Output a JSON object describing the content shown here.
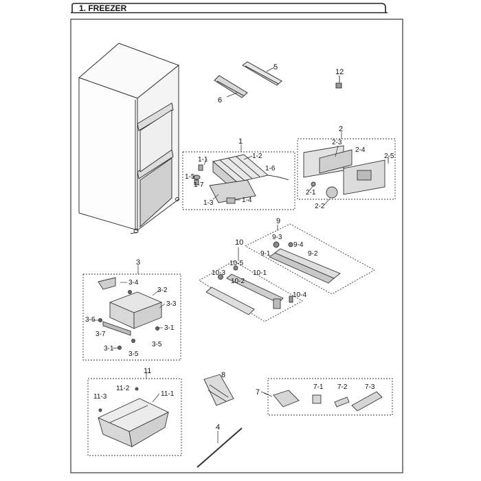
{
  "title": "1. FREEZER",
  "callouts": {
    "c1": "1",
    "c1_1": "1-1",
    "c1_2": "1-2",
    "c1_3": "1-3",
    "c1_4": "1-4",
    "c1_5": "1-5",
    "c1_6": "1-6",
    "c1_7": "1-7",
    "c2": "2",
    "c2_1": "2-1",
    "c2_2": "2-2",
    "c2_3": "2-3",
    "c2_4": "2-4",
    "c2_5": "2-5",
    "c3": "3",
    "c3_1a": "3-1",
    "c3_1b": "3-1",
    "c3_2": "3-2",
    "c3_3": "3-3",
    "c3_4": "3-4",
    "c3_5a": "3-5",
    "c3_5b": "3-5",
    "c3_6": "3-6",
    "c3_7": "3-7",
    "c4": "4",
    "c5": "5",
    "c6": "6",
    "c7": "7",
    "c7_1": "7-1",
    "c7_2": "7-2",
    "c7_3": "7-3",
    "c8": "8",
    "c9": "9",
    "c9_1": "9-1",
    "c9_2": "9-2",
    "c9_3": "9-3",
    "c9_4": "9-4",
    "c10": "10",
    "c10_1": "10-1",
    "c10_2": "10-2",
    "c10_3": "10-3",
    "c10_4": "10-4",
    "c10_5": "10-5",
    "c11": "11",
    "c11_1": "11-1",
    "c11_2": "11-2",
    "c11_3": "11-3",
    "c12": "12"
  }
}
